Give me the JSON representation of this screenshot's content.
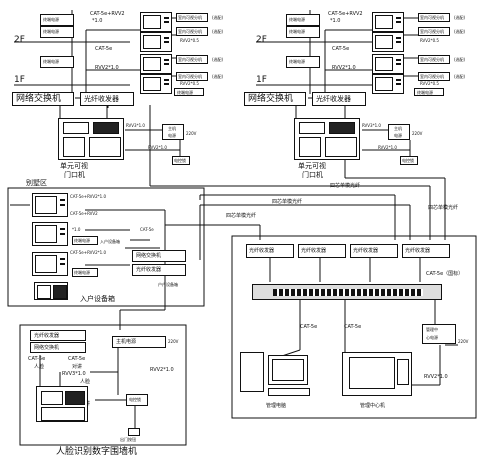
{
  "floors": {
    "f2": "2F",
    "f1": "1F"
  },
  "cables": {
    "cat5e_rvv2": "CAT-5e+RVV2",
    "cat5e_rvv2_10": "CAT-5e+RVV2*1.0",
    "cat5e_rvv2_short": "CAT-5e+RVV2",
    "cat5e": "CAT-5e",
    "rvv2_10": "RVV2*1.0",
    "rvv2_05": "RVV2*0.5",
    "rvv3_10": "RVV3*1.0",
    "v10": "*1.0",
    "cat5e_national": "CAT-5e（国标）",
    "v220": "220V"
  },
  "devices": {
    "terminal_power": "终端电源",
    "indoor_unit": "室内可视分机",
    "optional": "(选配)",
    "network_switch": "网络交换机",
    "fiber_transceiver": "光纤收发器",
    "host": "主机",
    "power": "电源",
    "host_power": "主机电源",
    "electric_lock": "电控锁",
    "unit_door_station": "单元可视门口机",
    "unit_door_station_l1": "单元可视",
    "unit_door_station_l2": "门口机",
    "villa_area": "别墅区",
    "entry_device": "入户设备箱",
    "doorbell_device": "户户设备箱",
    "single_mode_4core_a": "四芯单模光纤",
    "single_mode_4core_b": "四芯单模光纤",
    "single_mode_4core_c": "四芯单模光纤",
    "mgmt_pc": "管理电脑",
    "mgmt_center": "管理中心机",
    "mgmt_center_power": "管理中心电源",
    "mgmt_center_power_l1": "管理中",
    "mgmt_center_power_l2": "心电源",
    "face_l1": "人脸",
    "talk_l1": "对讲",
    "exit_button": "出门按钮",
    "face_wall_title": "人脸识别数字围墙机"
  }
}
